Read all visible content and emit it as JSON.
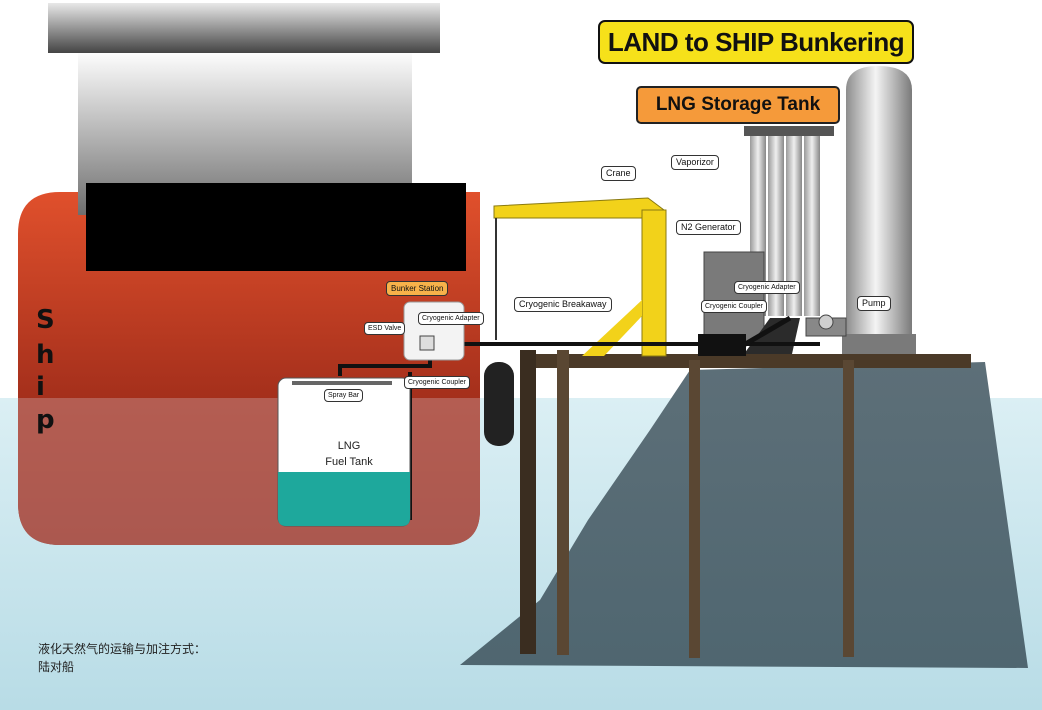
{
  "title": "LAND to SHIP Bunkering",
  "storage_label": "LNG Storage Tank",
  "ship": {
    "letters": [
      "S",
      "h",
      "i",
      "p"
    ]
  },
  "fuel_tank": {
    "line1": "LNG",
    "line2": "Fuel Tank",
    "spray_label": "Spray Bar"
  },
  "labels": {
    "bunker_station": "Bunker Station",
    "esd_valve": "ESD Valve",
    "cryogenic_adapter_ship": "Cryogenic Adapter",
    "cryogenic_coupler_ship": "Cryogenic Coupler",
    "cryogenic_breakaway": "Cryogenic Breakaway",
    "crane": "Crane",
    "vaporizor": "Vaporizor",
    "n2_generator": "N2 Generator",
    "cryogenic_adapter_land": "Cryogenic Adapter",
    "cryogenic_coupler_land": "Cryogenic Coupler",
    "pump": "Pump"
  },
  "caption": {
    "line1": "液化天然气的运输与加注方式：",
    "line2": "陆对船"
  },
  "colors": {
    "hull_top": "#d5452a",
    "hull_water": "#b05a52",
    "water": "#c4e3ec",
    "land": "#586f7a",
    "crane": "#f2d21a",
    "fuel": "#1ea89c",
    "pier": "#5a4733"
  }
}
